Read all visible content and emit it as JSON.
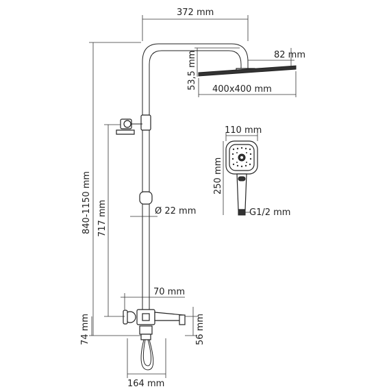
{
  "dimensions": {
    "arm_length": "372 mm",
    "head_height": "82 mm",
    "head_offset": "53,5 mm",
    "head_size": "400x400 mm",
    "hand_width": "110 mm",
    "hand_length": "250 mm",
    "hand_thread": "G1/2 mm",
    "pipe_diameter": "Ø 22 mm",
    "total_height": "840-1150 mm",
    "holder_height": "717 mm",
    "valve_depth": "70 mm",
    "valve_height": "74 mm",
    "spout_height": "56 mm",
    "inlet_width": "164 mm"
  }
}
